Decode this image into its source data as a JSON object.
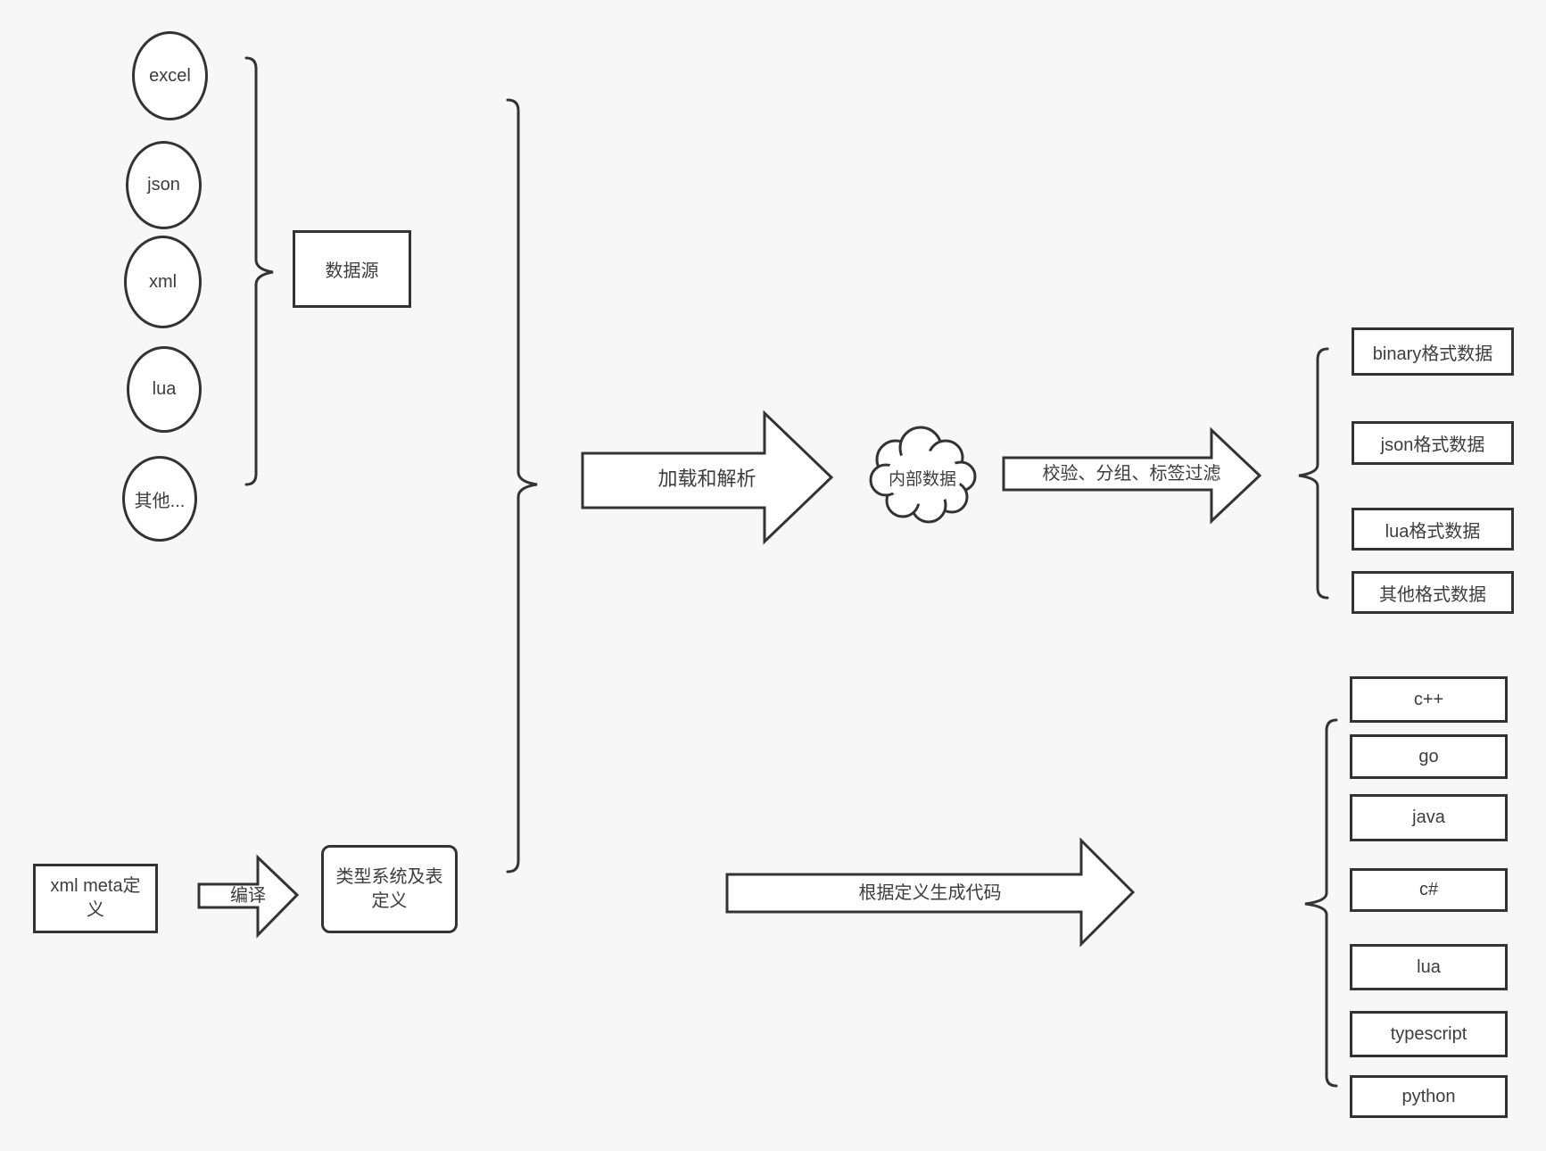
{
  "diagram": {
    "background": "#f7f7f7",
    "line_color": "#333333",
    "fill_color": "#ffffff",
    "text_color": "#3d3d3d"
  },
  "sources": {
    "nodes": [
      "excel",
      "json",
      "xml",
      "lua",
      "其他..."
    ],
    "group_label": "数据源"
  },
  "flow": {
    "load_arrow_label": "加载和解析",
    "cloud_label": "内部数据",
    "process_arrow_label": "校验、分组、标签过滤",
    "outputs": [
      "binary格式数据",
      "json格式数据",
      "lua格式数据",
      "其他格式数据"
    ]
  },
  "definition": {
    "xml_meta_label": "xml meta定义",
    "compile_arrow_label": "编译",
    "type_system_label": "类型系统及表定义",
    "codegen_arrow_label": "根据定义生成代码",
    "languages": [
      "c++",
      "go",
      "java",
      "c#",
      "lua",
      "typescript",
      "python"
    ]
  }
}
